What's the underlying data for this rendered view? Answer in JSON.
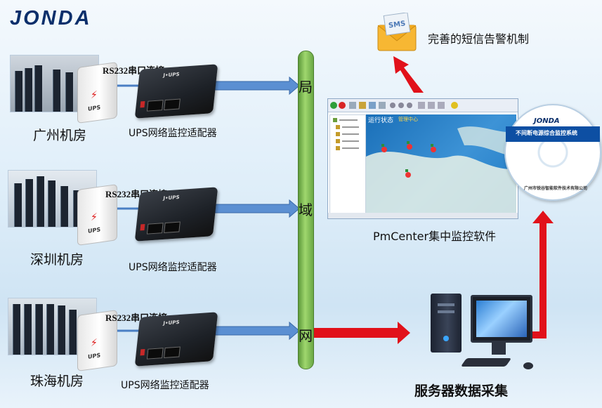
{
  "brand": {
    "logo": "JONDA"
  },
  "rooms": [
    {
      "name": "广州机房",
      "rs232_label": "RS232串口连接",
      "adapter_label": "UPS网络监控适配器"
    },
    {
      "name": "深圳机房",
      "rs232_label": "RS232串口连接",
      "adapter_label": "UPS网络监控适配器"
    },
    {
      "name": "珠海机房",
      "rs232_label": "RS232串口连接",
      "adapter_label": "UPS网络监控适配器"
    }
  ],
  "ups_text": "UPS",
  "lan_chars": [
    "局",
    "域",
    "网"
  ],
  "sms": {
    "icon_text": "SMS",
    "label": "完善的短信告警机制"
  },
  "software": {
    "label": "PmCenter集中监控软件",
    "panel_title": "运行状态",
    "panel_subtitle": "管理中心"
  },
  "disc": {
    "logo": "JONDA",
    "title": "不间断电源综合监控系统",
    "company": "广州市锐谷智能软件技术有限公司"
  },
  "server": {
    "label": "服务器数据采集"
  },
  "colors": {
    "arrow_blue": "#4a7fc4",
    "arrow_red": "#e1111a",
    "lan_green": "#8cc85b",
    "brand_navy": "#0b2f6b"
  }
}
